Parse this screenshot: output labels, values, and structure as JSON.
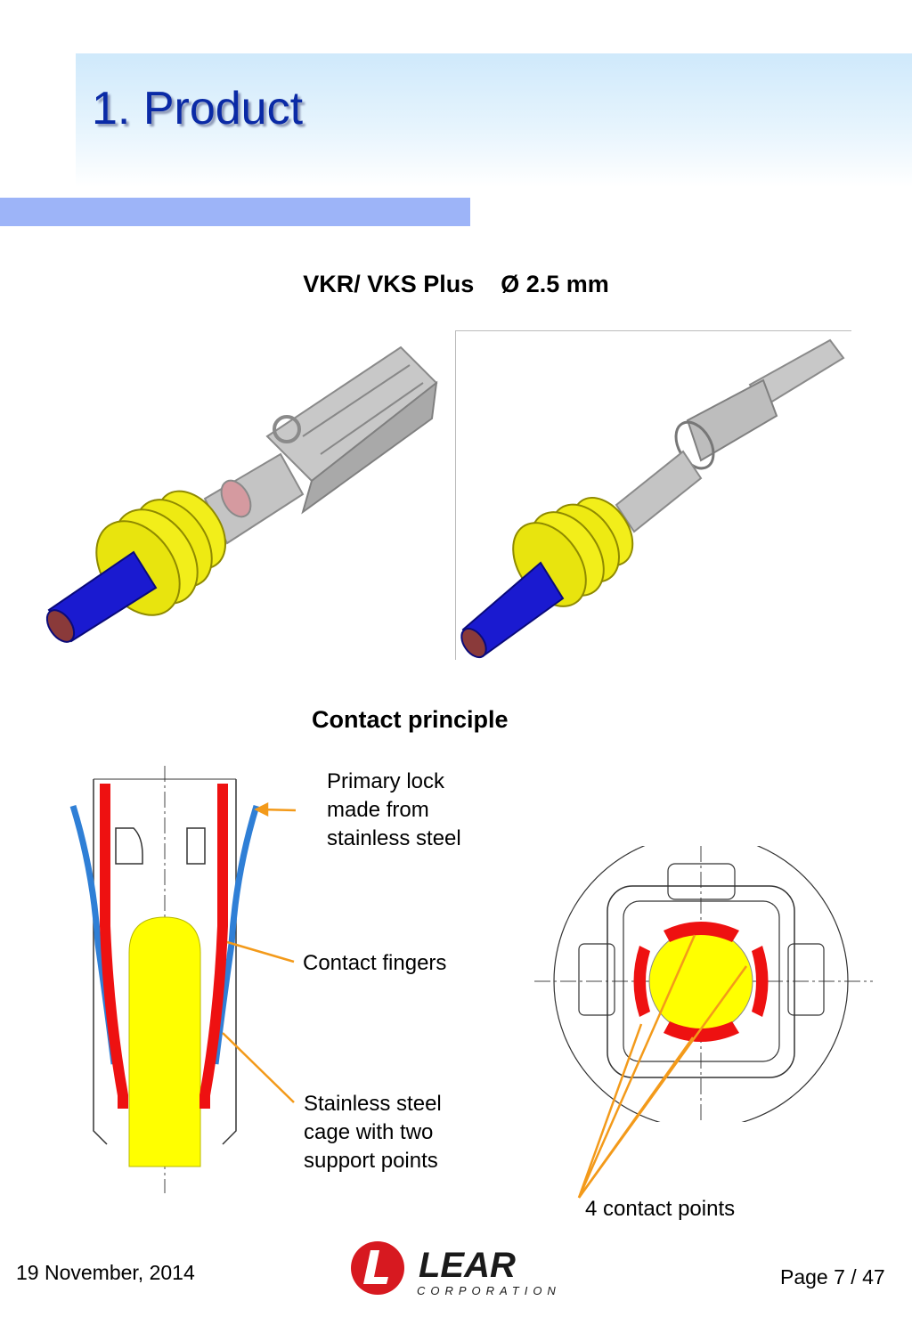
{
  "slide": {
    "title": "1. Product",
    "product_heading": "VKR/ VKS Plus    Ø 2.5 mm",
    "section_heading": "Contact principle"
  },
  "callouts": {
    "primary_lock": "Primary lock\nmade from\nstainless steel",
    "contact_fingers": "Contact fingers",
    "cage": "Stainless steel\ncage with two\nsupport points",
    "contact_points": "4 contact points"
  },
  "footer": {
    "date": "19 November, 2014",
    "page": "Page 7 / 47",
    "logo_word": "LEAR",
    "logo_sub": "CORPORATION"
  },
  "colors": {
    "title": "#0a2aa6",
    "accent_bar": "#9db4f8",
    "cable_blue": "#1a1ad0",
    "seal_yellow": "#f2ee1a",
    "finger_red": "#ee1111",
    "lock_blue": "#2f7fd6",
    "pin_yellow": "#ffff00",
    "arrow_orange": "#f39a1a",
    "logo_red": "#d71920"
  }
}
